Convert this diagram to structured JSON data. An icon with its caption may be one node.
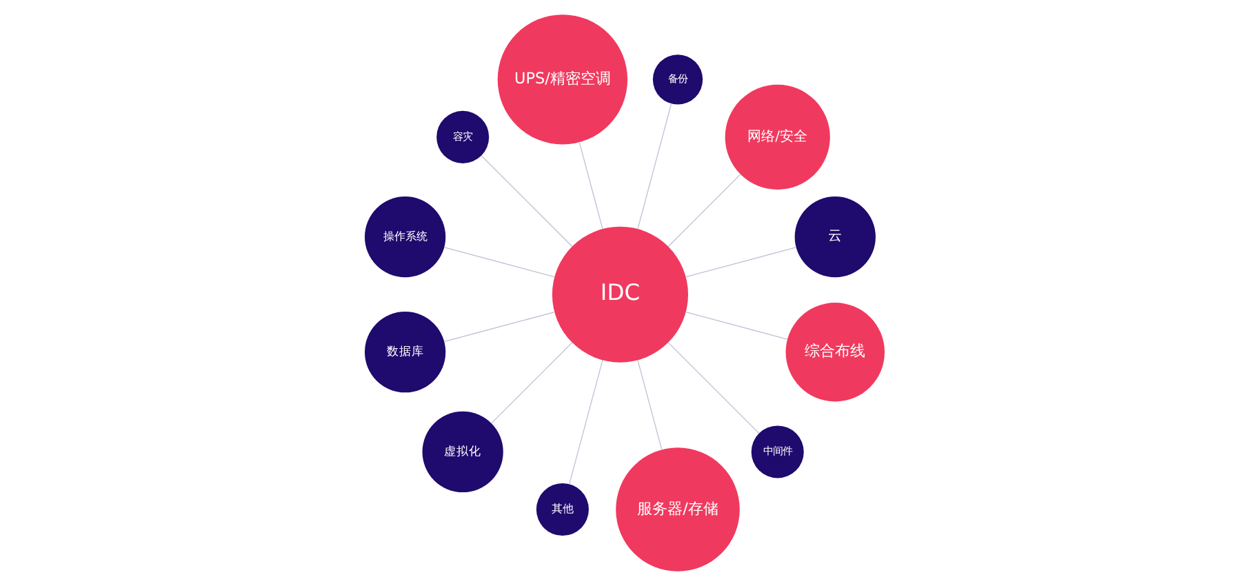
{
  "diagram": {
    "nodes": [
      {
        "text": [
          "IDC"
        ]
      },
      {
        "text": [
          "云"
        ]
      },
      {
        "text": [
          "网络/安全"
        ]
      },
      {
        "text": [
          "备份"
        ]
      },
      {
        "text": [
          "UPS/精密空调"
        ]
      },
      {
        "text": [
          "容灾"
        ]
      },
      {
        "text": [
          "操作系统"
        ]
      },
      {
        "text": [
          "数据库"
        ]
      },
      {
        "text": [
          "虚拟化"
        ]
      },
      {
        "text": [
          "其他"
        ]
      },
      {
        "text": [
          "服务器/存储"
        ]
      },
      {
        "text": [
          "中间件"
        ]
      },
      {
        "text": [
          "综合布线"
        ]
      }
    ],
    "edges": [
      {
        "from": 0,
        "to": 1,
        "arrow": "none"
      },
      {
        "from": 0,
        "to": 2,
        "arrow": "none"
      },
      {
        "from": 0,
        "to": 3,
        "arrow": "none"
      },
      {
        "from": 0,
        "to": 4,
        "arrow": "none"
      },
      {
        "from": 0,
        "to": 5,
        "arrow": "none"
      },
      {
        "from": 0,
        "to": 6,
        "arrow": "none"
      },
      {
        "from": 0,
        "to": 7,
        "arrow": "none"
      },
      {
        "from": 0,
        "to": 8,
        "arrow": "none"
      },
      {
        "from": 0,
        "to": 9,
        "arrow": "none"
      },
      {
        "from": 0,
        "to": 10,
        "arrow": "none"
      },
      {
        "from": 0,
        "to": 11,
        "arrow": "none"
      },
      {
        "from": 0,
        "to": 12,
        "arrow": "none"
      }
    ]
  }
}
